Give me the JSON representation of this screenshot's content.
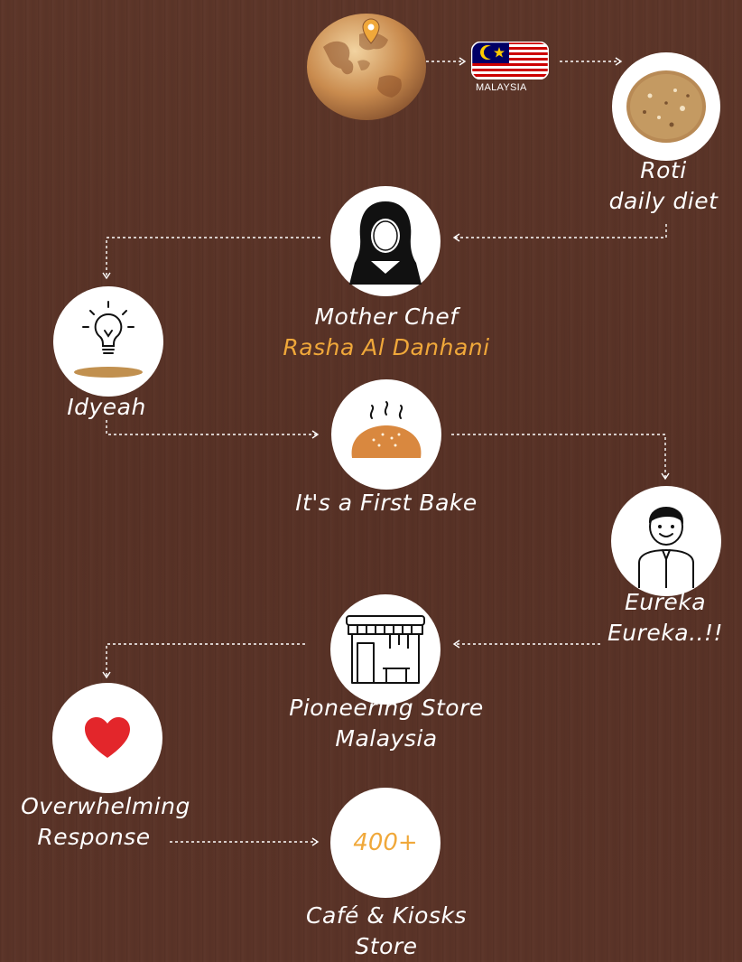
{
  "flag_caption": "MALAYSIA",
  "roti": {
    "line1": "Roti",
    "line2": "daily diet"
  },
  "mother_chef": {
    "line1": "Mother Chef",
    "line2": "Rasha Al Danhani"
  },
  "idyeah": "Idyeah",
  "first_bake": "It's a First Bake",
  "eureka": {
    "line1": "Eureka",
    "line2": "Eureka..!!"
  },
  "pioneering": {
    "line1": "Pioneering Store",
    "line2": "Malaysia"
  },
  "overwhelming": {
    "line1": "Overwhelming",
    "line2": "Response"
  },
  "stores_count": "400+",
  "cafe": {
    "line1": "Café & Kiosks",
    "line2": "Store"
  },
  "colors": {
    "background": "#5a3428",
    "accent": "#f0a83a",
    "heart": "#e3262b",
    "bread": "#d9883f"
  },
  "icons": [
    "globe-icon",
    "malaysia-flag-icon",
    "roti-plate-icon",
    "chef-woman-icon",
    "lightbulb-icon",
    "bread-icon",
    "man-icon",
    "store-icon",
    "heart-icon"
  ]
}
